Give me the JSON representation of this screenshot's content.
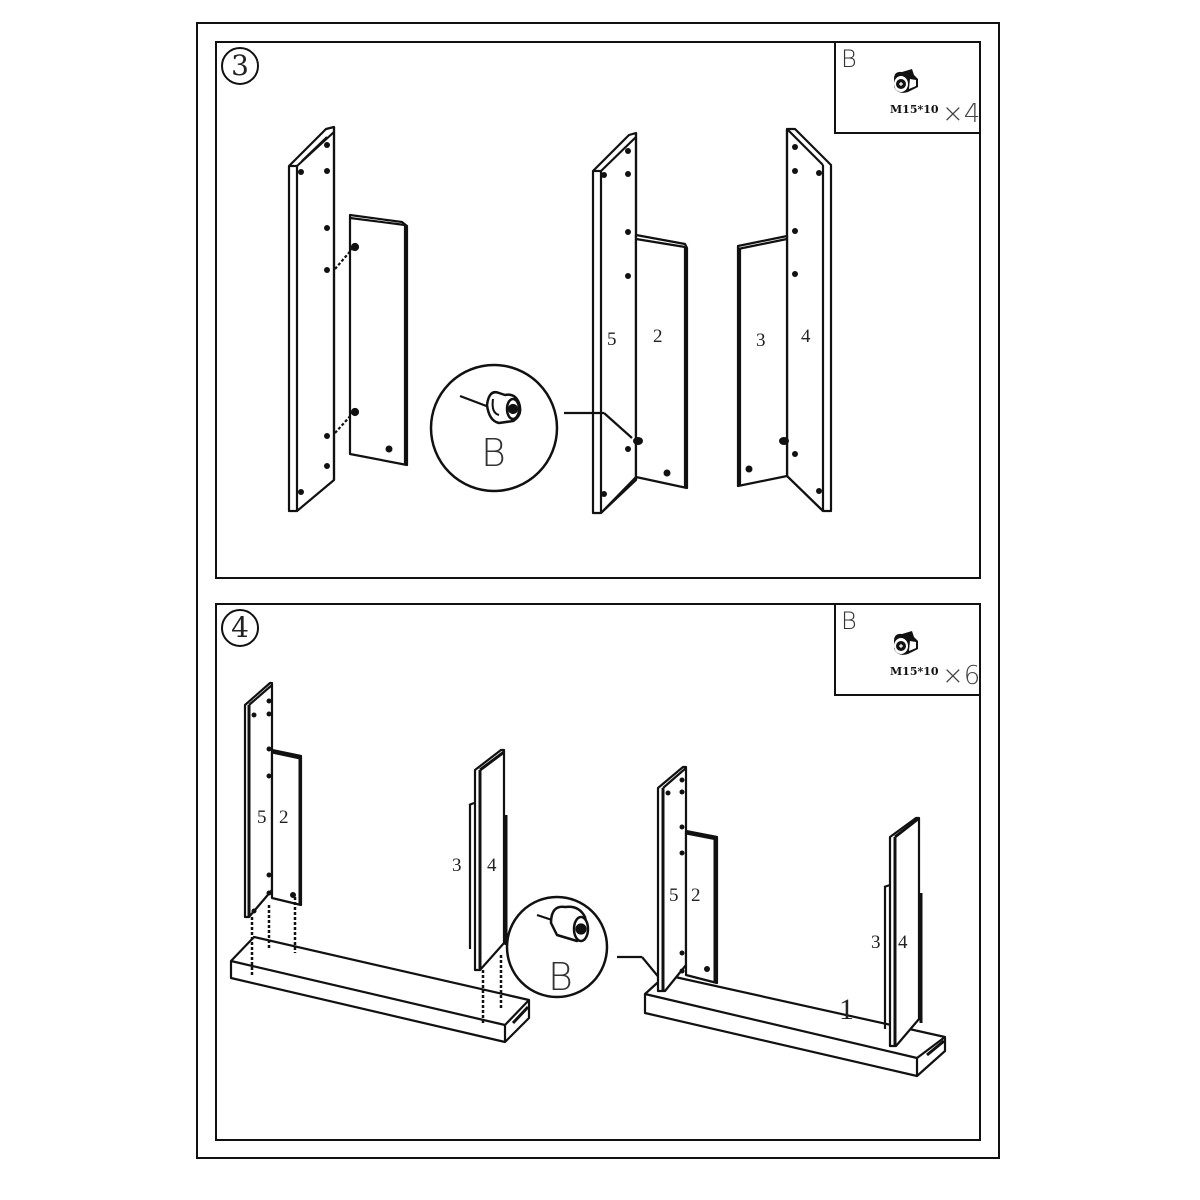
{
  "steps": [
    {
      "number": "3",
      "hardware": {
        "letter": "B",
        "code": "M15*10",
        "quantity": "×4",
        "icon": "cam-lock-icon"
      },
      "callout": {
        "letter": "B",
        "icon": "cam-lock-icon"
      },
      "parts": {
        "p5": "5",
        "p2": "2",
        "p3": "3",
        "p4": "4"
      }
    },
    {
      "number": "4",
      "hardware": {
        "letter": "B",
        "code": "M15*10",
        "quantity": "×6",
        "icon": "cam-lock-icon"
      },
      "callout": {
        "letter": "B",
        "icon": "cam-lock-icon"
      },
      "parts": {
        "p5a": "5",
        "p2a": "2",
        "p3a": "3",
        "p4a": "4",
        "p5b": "5",
        "p2b": "2",
        "p3b": "3",
        "p4b": "4",
        "p1": "1"
      }
    }
  ]
}
